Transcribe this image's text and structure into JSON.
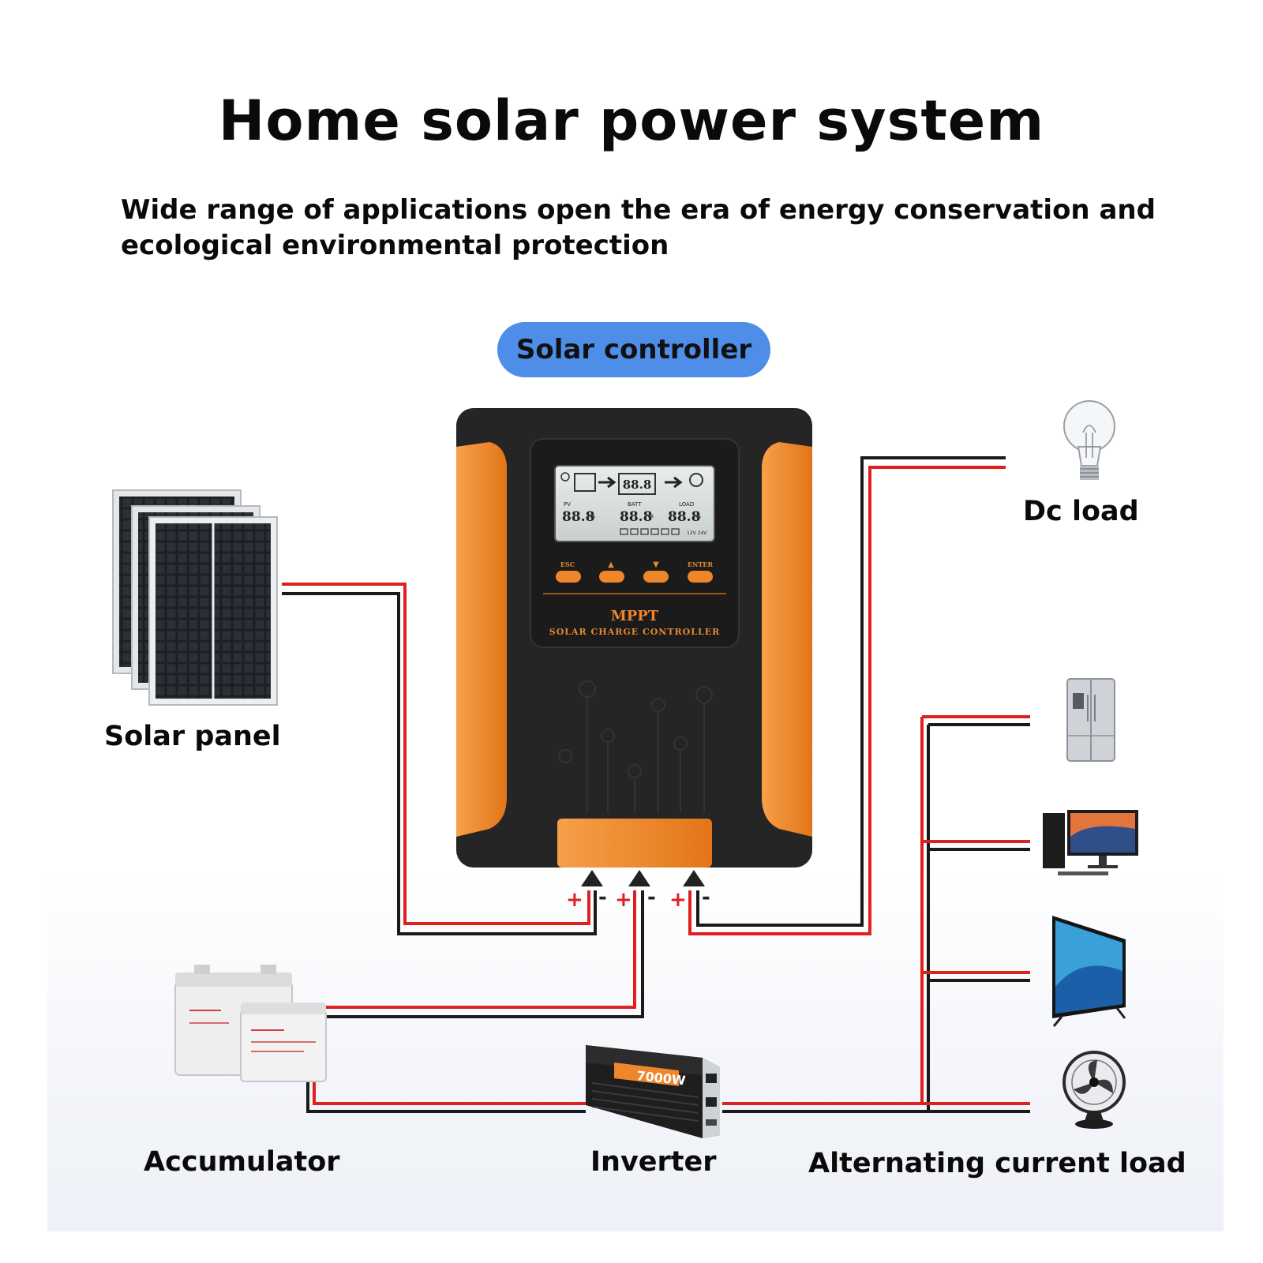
{
  "title": "Home solar power system",
  "subtitle": "Wide range of applications open the era of energy conservation and ecological environmental protection",
  "controller": {
    "label": "Solar controller",
    "brand": "MPPT",
    "product_text": "SOLAR CHARGE CONTROLLER",
    "buttons": [
      "ESC",
      "▲",
      "▼",
      "ENTER"
    ],
    "lcd": {
      "readout": "88.8",
      "pv_label": "PV",
      "batt_label": "BATT",
      "load_label": "LOAD",
      "unit_a": "VA",
      "voltage_options": "12V 24V"
    },
    "terminals": [
      {
        "plus": "+",
        "minus": "-"
      },
      {
        "plus": "+",
        "minus": "-"
      },
      {
        "plus": "+",
        "minus": "-"
      }
    ]
  },
  "components": {
    "solar_panel": "Solar panel",
    "dc_load": "Dc load",
    "accumulator": "Accumulator",
    "inverter": "Inverter",
    "ac_load": "Alternating current load"
  },
  "inverter_badge": "7000W",
  "icons": {
    "solar_panel": "solar-panel-icon",
    "dc_load": "light-bulb-icon",
    "battery": "battery-icon",
    "inverter": "inverter-icon",
    "ac_loads": [
      "refrigerator-icon",
      "desktop-computer-icon",
      "television-icon",
      "fan-icon"
    ]
  },
  "colors": {
    "pill": "#4f8ee8",
    "controller_body": "#2b2b2b",
    "controller_accent": "#f0862a",
    "wire_positive": "#e01f1f",
    "wire_negative": "#1a1a1a"
  }
}
